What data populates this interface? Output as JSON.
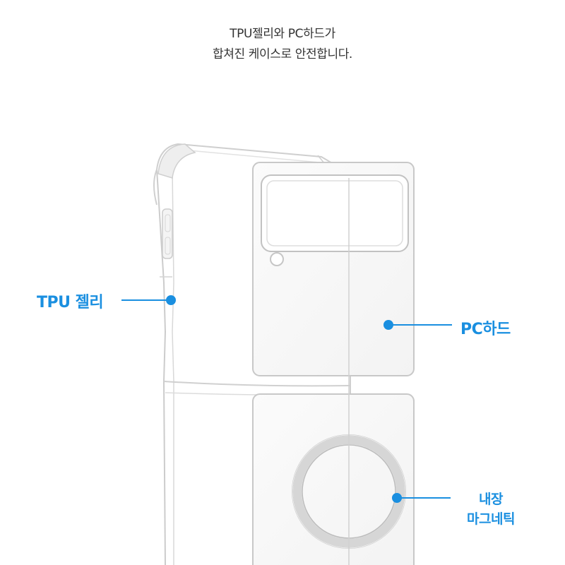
{
  "headline": {
    "line1": "TPU젤리와 PC하드가",
    "line2": "합쳐진 케이스로 안전합니다."
  },
  "callouts": {
    "tpu_jelly": "TPU 젤리",
    "pc_hard": "PC하드",
    "magnetic_line1": "내장",
    "magnetic_line2": "마그네틱"
  },
  "colors": {
    "accent": "#1a8fe0",
    "headline_text": "#333333",
    "case_outline": "#c8c8c8",
    "magnet_ring": "#bdbdbd"
  }
}
